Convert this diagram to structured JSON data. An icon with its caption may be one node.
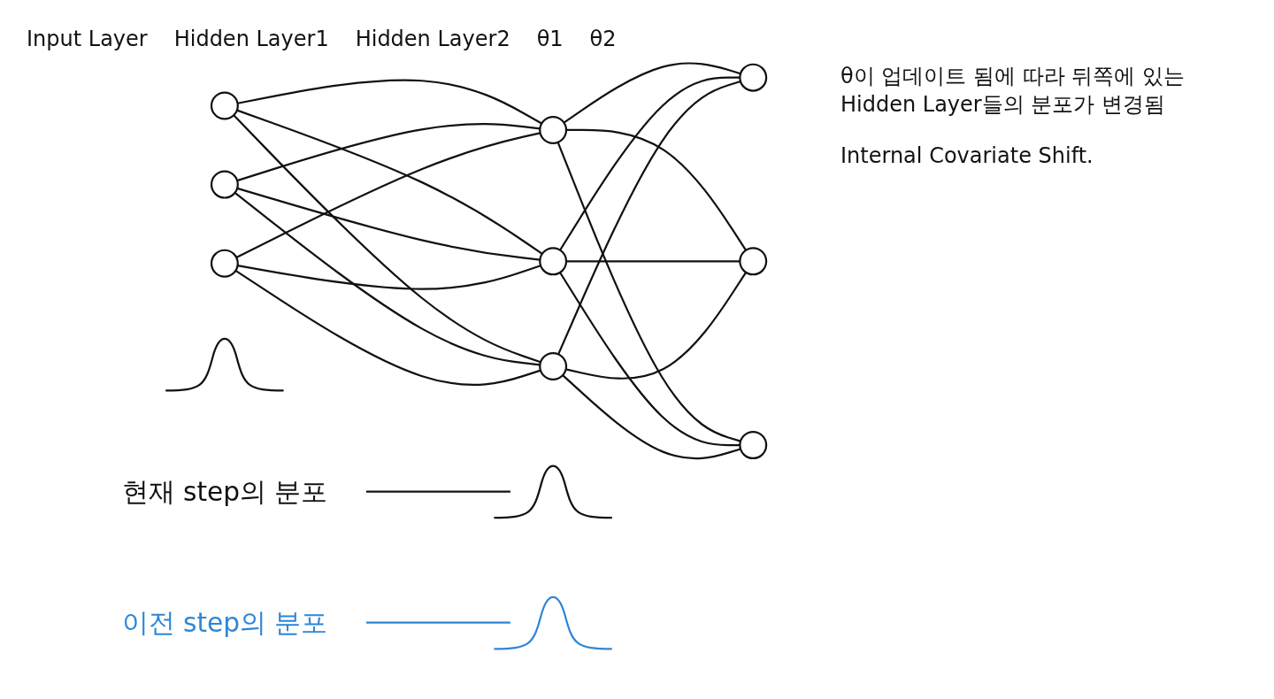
{
  "diagram": {
    "nodes": [
      {
        "text": [],
        "shape": "circle"
      },
      {
        "text": [],
        "shape": "circle"
      },
      {
        "text": [],
        "shape": "circle"
      },
      {
        "text": [],
        "shape": "circle"
      },
      {
        "text": [],
        "shape": "circle"
      },
      {
        "text": [],
        "shape": "circle"
      },
      {
        "text": [],
        "shape": "circle"
      },
      {
        "text": [],
        "shape": "circle"
      },
      {
        "text": [],
        "shape": "circle"
      },
      {
        "text": [],
        "shape": "picture"
      },
      {
        "text": [],
        "shape": "picture"
      },
      {
        "text": [],
        "shape": "picture"
      },
      {
        "text": [
          "이전 step의 분포"
        ]
      },
      {
        "text": [
          "현재 step의 분포"
        ]
      }
    ],
    "edges": [
      {
        "from": 0,
        "to": 3,
        "arrow": "none"
      },
      {
        "from": 0,
        "to": 4,
        "arrow": "none"
      },
      {
        "from": 0,
        "to": 5,
        "arrow": "none"
      },
      {
        "from": 1,
        "to": 3,
        "arrow": "none"
      },
      {
        "from": 1,
        "to": 4,
        "arrow": "none"
      },
      {
        "from": 1,
        "to": 5,
        "arrow": "none"
      },
      {
        "from": 2,
        "to": 3,
        "arrow": "none"
      },
      {
        "from": 2,
        "to": 4,
        "arrow": "none"
      },
      {
        "from": 2,
        "to": 5,
        "arrow": "none"
      },
      {
        "from": 3,
        "to": 6,
        "arrow": "none"
      },
      {
        "from": 3,
        "to": 7,
        "arrow": "none"
      },
      {
        "from": 3,
        "to": 8,
        "arrow": "none"
      },
      {
        "from": 4,
        "to": 6,
        "arrow": "none"
      },
      {
        "from": 4,
        "to": 7,
        "arrow": "none"
      },
      {
        "from": 4,
        "to": 8,
        "arrow": "none"
      },
      {
        "from": 5,
        "to": 6,
        "arrow": "none"
      },
      {
        "from": 5,
        "to": 7,
        "arrow": "none"
      },
      {
        "from": 5,
        "to": 8,
        "arrow": "none"
      },
      {
        "from": 12,
        "to": 11,
        "arrow": "none",
        "color": "#2f86d6"
      },
      {
        "from": 13,
        "to": 10,
        "arrow": "none"
      }
    ],
    "labels": [
      "Input Layer",
      "Hidden Layer1",
      "Hidden Layer2",
      "θ1",
      "θ2",
      "θ이 업데이트 됨에 따라 뒤쪽에 있는 Hidden Layer들의 분포가 변경됨",
      "Internal Covariate Shift."
    ]
  }
}
